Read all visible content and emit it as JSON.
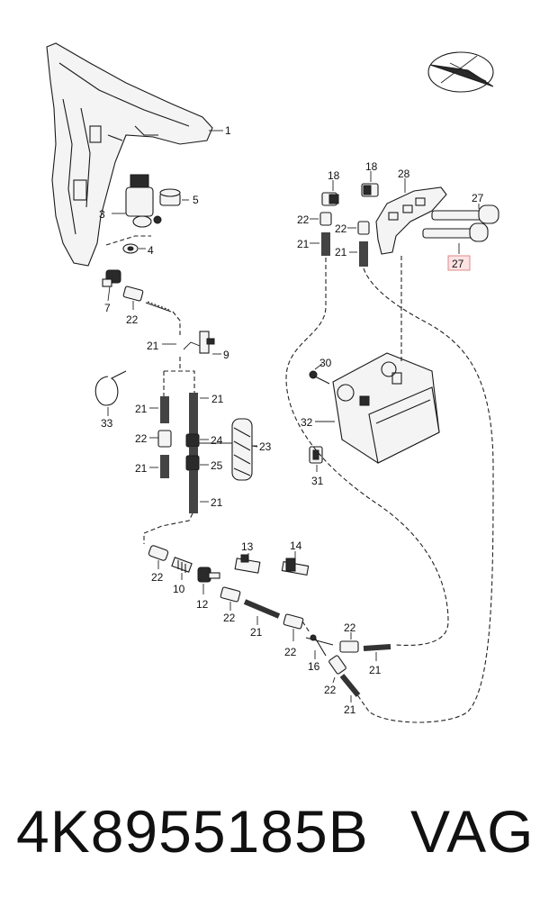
{
  "diagram": {
    "callouts": {
      "c1": "1",
      "c3": "3",
      "c4": "4",
      "c5": "5",
      "c7": "7",
      "c22a": "22",
      "c21a": "21",
      "c9": "9",
      "c33": "33",
      "c21b": "21",
      "c21c": "21",
      "c22b": "22",
      "c24": "24",
      "c23": "23",
      "c21d": "21",
      "c25": "25",
      "c21e": "21",
      "c18a": "18",
      "c18b": "18",
      "c28": "28",
      "c27a": "27",
      "c27b": "27",
      "c22c": "22",
      "c22d": "22",
      "c21f": "21",
      "c21g": "21",
      "c30": "30",
      "c32": "32",
      "c31": "31",
      "c13": "13",
      "c14": "14",
      "c22e": "22",
      "c10": "10",
      "c12": "12",
      "c22f": "22",
      "c21h": "21",
      "c22g": "22",
      "c22h": "22",
      "c16": "16",
      "c21i": "21",
      "c22i": "22",
      "c21j": "21"
    }
  },
  "caption": {
    "part_number": "4K8955185B",
    "brand": "VAG"
  },
  "colors": {
    "highlight": "#fde3e3"
  }
}
